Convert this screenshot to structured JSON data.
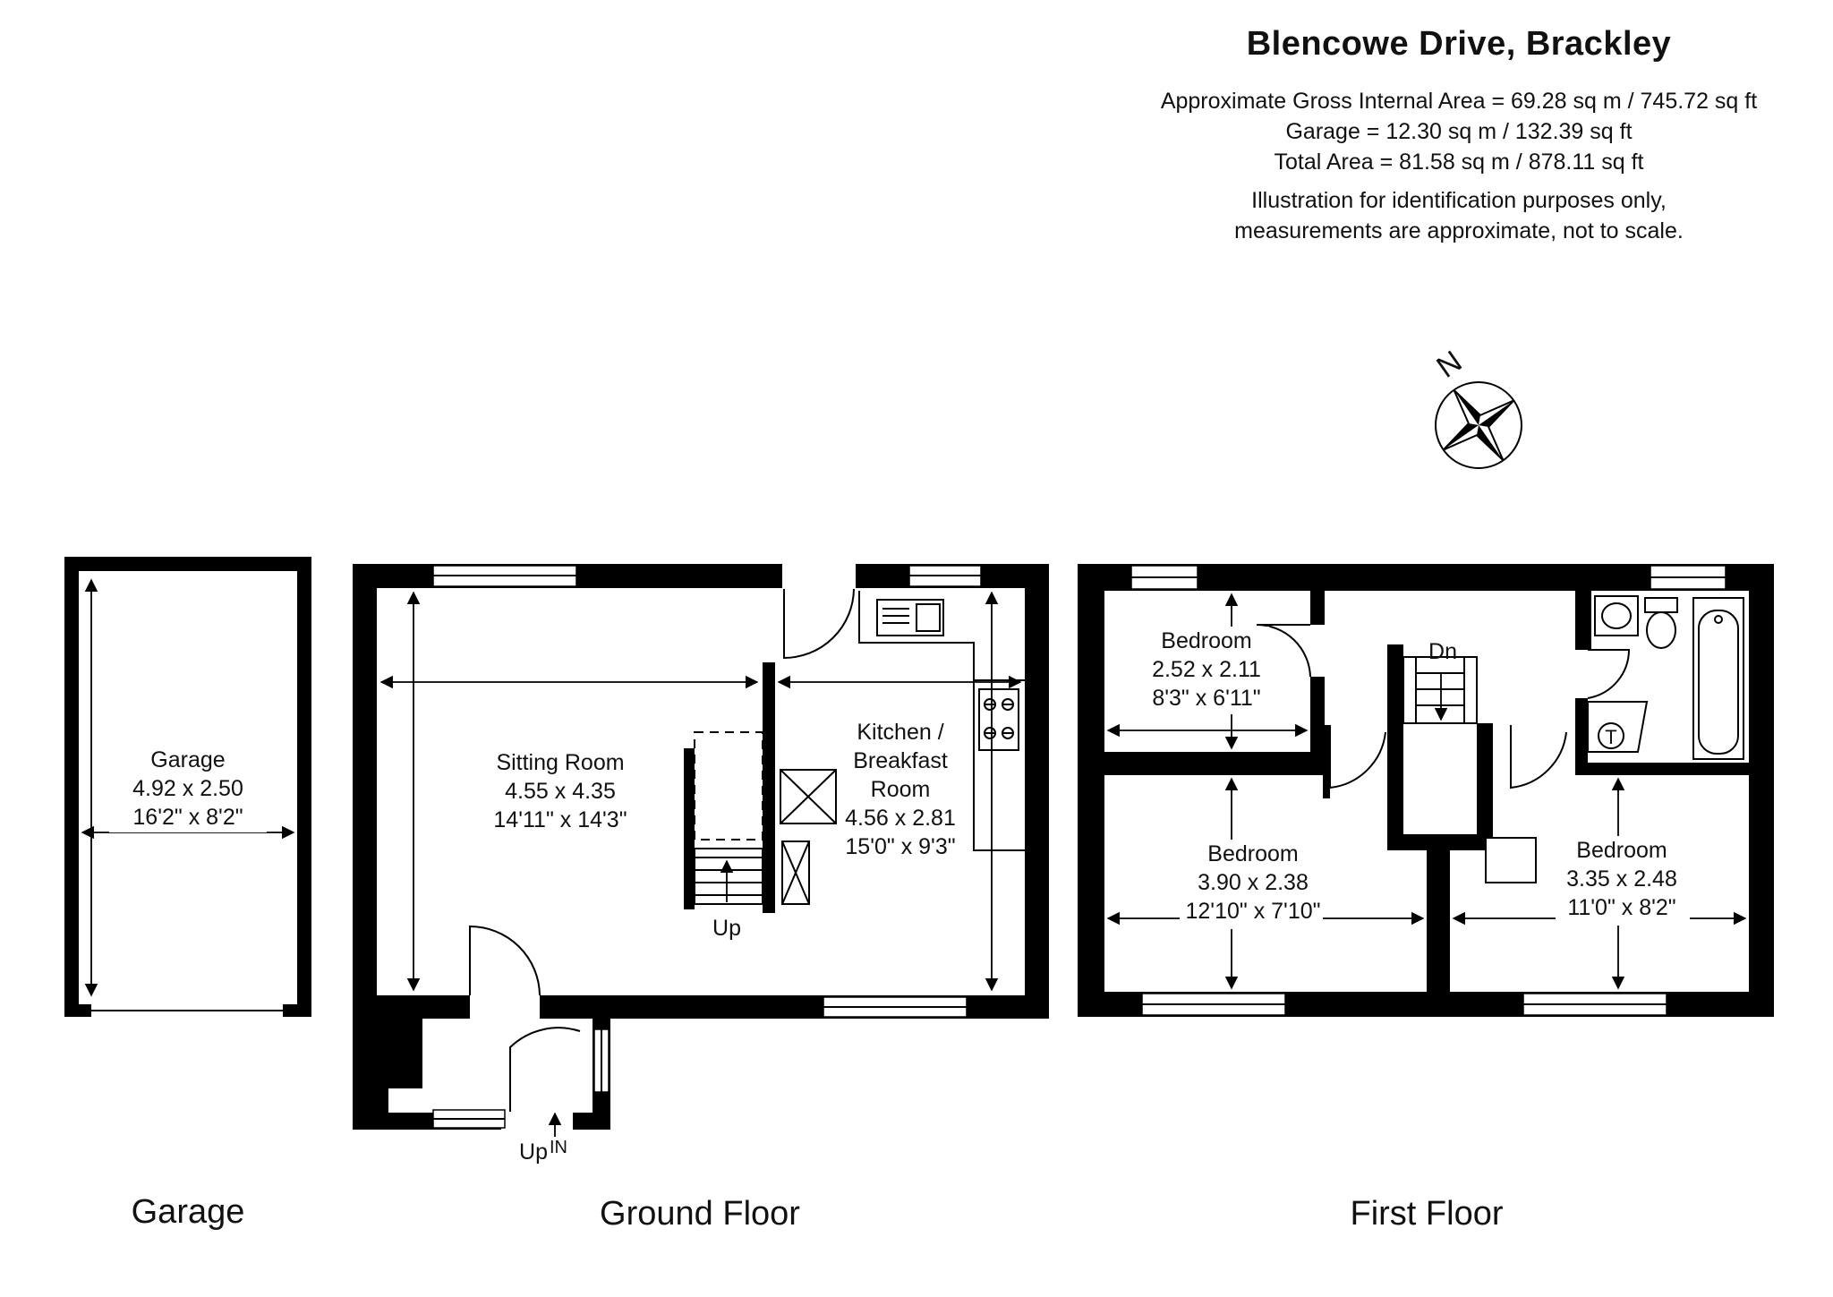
{
  "header": {
    "title": "Blencowe Drive, Brackley",
    "gross_internal_area": "Approximate Gross Internal Area = 69.28 sq m / 745.72 sq ft",
    "garage_area": "Garage = 12.30 sq m / 132.39 sq ft",
    "total_area": "Total Area = 81.58 sq m / 878.11 sq ft",
    "disclaimer_line1": "Illustration for identification purposes only,",
    "disclaimer_line2": "measurements are approximate, not to scale."
  },
  "compass": {
    "label": "N"
  },
  "floors": {
    "garage": "Garage",
    "ground": "Ground Floor",
    "first": "First Floor"
  },
  "rooms": {
    "garage": {
      "name": "Garage",
      "metric": "4.92 x 2.50",
      "imperial": "16'2\" x 8'2\""
    },
    "sitting": {
      "name": "Sitting Room",
      "metric": "4.55 x 4.35",
      "imperial": "14'11\" x 14'3\""
    },
    "kitchen": {
      "name_line1": "Kitchen /",
      "name_line2": "Breakfast",
      "name_line3": "Room",
      "metric": "4.56 x 2.81",
      "imperial": "15'0\" x 9'3\""
    },
    "bed_small": {
      "name": "Bedroom",
      "metric": "2.52 x 2.11",
      "imperial": "8'3\" x 6'11\""
    },
    "bed_left": {
      "name": "Bedroom",
      "metric": "3.90 x 2.38",
      "imperial": "12'10\" x 7'10\""
    },
    "bed_right": {
      "name": "Bedroom",
      "metric": "3.35 x 2.48",
      "imperial": "11'0\" x 8'2\""
    }
  },
  "stairs": {
    "ground_up": "Up",
    "entrance_up": "Up",
    "entrance_in": "IN",
    "first_down": "Dn"
  },
  "fixtures": {
    "tank_label": "T"
  }
}
